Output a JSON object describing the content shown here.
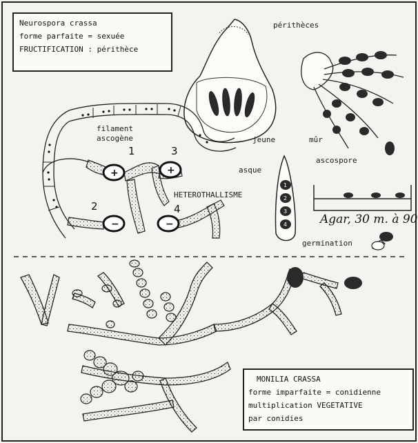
{
  "box_top": {
    "line1": "Neurospora crassa",
    "line2": "forme parfaite = sexuée",
    "line3": "FRUCTIFICATION : périthèce"
  },
  "labels": {
    "perithecia": "périthèces",
    "ascogenous": "filament",
    "ascogenous2": "ascogène",
    "young": "jeune",
    "mature": "mûr",
    "ascus": "asque",
    "ascospore": "ascospore",
    "heterothallism": "HETEROTHALLISME",
    "agar": "Agar, 30 m. à 90°",
    "germination": "germination"
  },
  "numbers": {
    "n1": "1",
    "n2": "2",
    "n3": "3",
    "n4": "4"
  },
  "box_bottom": {
    "line1": "MONILIA CRASSA",
    "line2": "forme imparfaite = conidienne",
    "line3": "multiplication VEGETATIVE",
    "line4": "par conidies"
  },
  "colors": {
    "ink": "#1a1a1a",
    "paper": "#f3f3ef",
    "spore": "#2a2a2a"
  },
  "icons": {
    "mycelium": "hypha-drawing",
    "perithecium": "flask-drawing",
    "ascus": "ascus-drawing"
  }
}
